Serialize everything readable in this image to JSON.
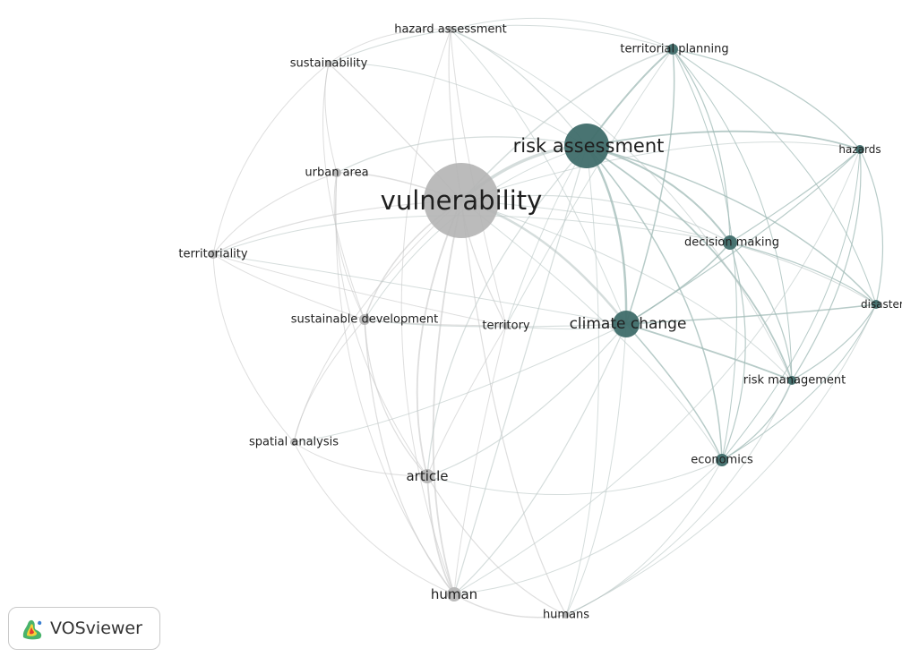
{
  "colors": {
    "cluster_gray": "#b4b4b4",
    "cluster_teal": "#3f6d6a",
    "link_gray": "#c8c8c8",
    "link_teal": "#9fb9b6",
    "label": "#1f1f1f"
  },
  "network": {
    "nodes": [
      {
        "id": "vulnerability",
        "label": "vulnerability",
        "cluster": "gray",
        "weight": 10
      },
      {
        "id": "risk_assessment",
        "label": "risk assessment",
        "cluster": "teal",
        "weight": 7
      },
      {
        "id": "climate_change",
        "label": "climate change",
        "cluster": "teal",
        "weight": 5
      },
      {
        "id": "territorial_planning",
        "label": "territorial planning",
        "cluster": "teal",
        "weight": 3
      },
      {
        "id": "hazards",
        "label": "hazards",
        "cluster": "teal",
        "weight": 2
      },
      {
        "id": "decision_making",
        "label": "decision making",
        "cluster": "teal",
        "weight": 3
      },
      {
        "id": "disasters",
        "label": "disasters",
        "cluster": "teal",
        "weight": 2
      },
      {
        "id": "risk_management",
        "label": "risk management",
        "cluster": "teal",
        "weight": 2
      },
      {
        "id": "economics",
        "label": "economics",
        "cluster": "teal",
        "weight": 2.5
      },
      {
        "id": "hazard_assessment",
        "label": "hazard assessment",
        "cluster": "gray",
        "weight": 2
      },
      {
        "id": "sustainability",
        "label": "sustainability",
        "cluster": "gray",
        "weight": 2
      },
      {
        "id": "urban_area",
        "label": "urban area",
        "cluster": "gray",
        "weight": 2
      },
      {
        "id": "territoriality",
        "label": "territoriality",
        "cluster": "gray",
        "weight": 2
      },
      {
        "id": "sustainable_development",
        "label": "sustainable development",
        "cluster": "gray",
        "weight": 2.5
      },
      {
        "id": "territory",
        "label": "territory",
        "cluster": "gray",
        "weight": 2
      },
      {
        "id": "spatial_analysis",
        "label": "spatial analysis",
        "cluster": "gray",
        "weight": 2
      },
      {
        "id": "article",
        "label": "article",
        "cluster": "gray",
        "weight": 3
      },
      {
        "id": "human",
        "label": "human",
        "cluster": "gray",
        "weight": 3
      },
      {
        "id": "humans",
        "label": "humans",
        "cluster": "gray",
        "weight": 2
      }
    ]
  },
  "branding": {
    "logo_icon": "vosviewer-logo-icon",
    "name": "VOSviewer"
  }
}
